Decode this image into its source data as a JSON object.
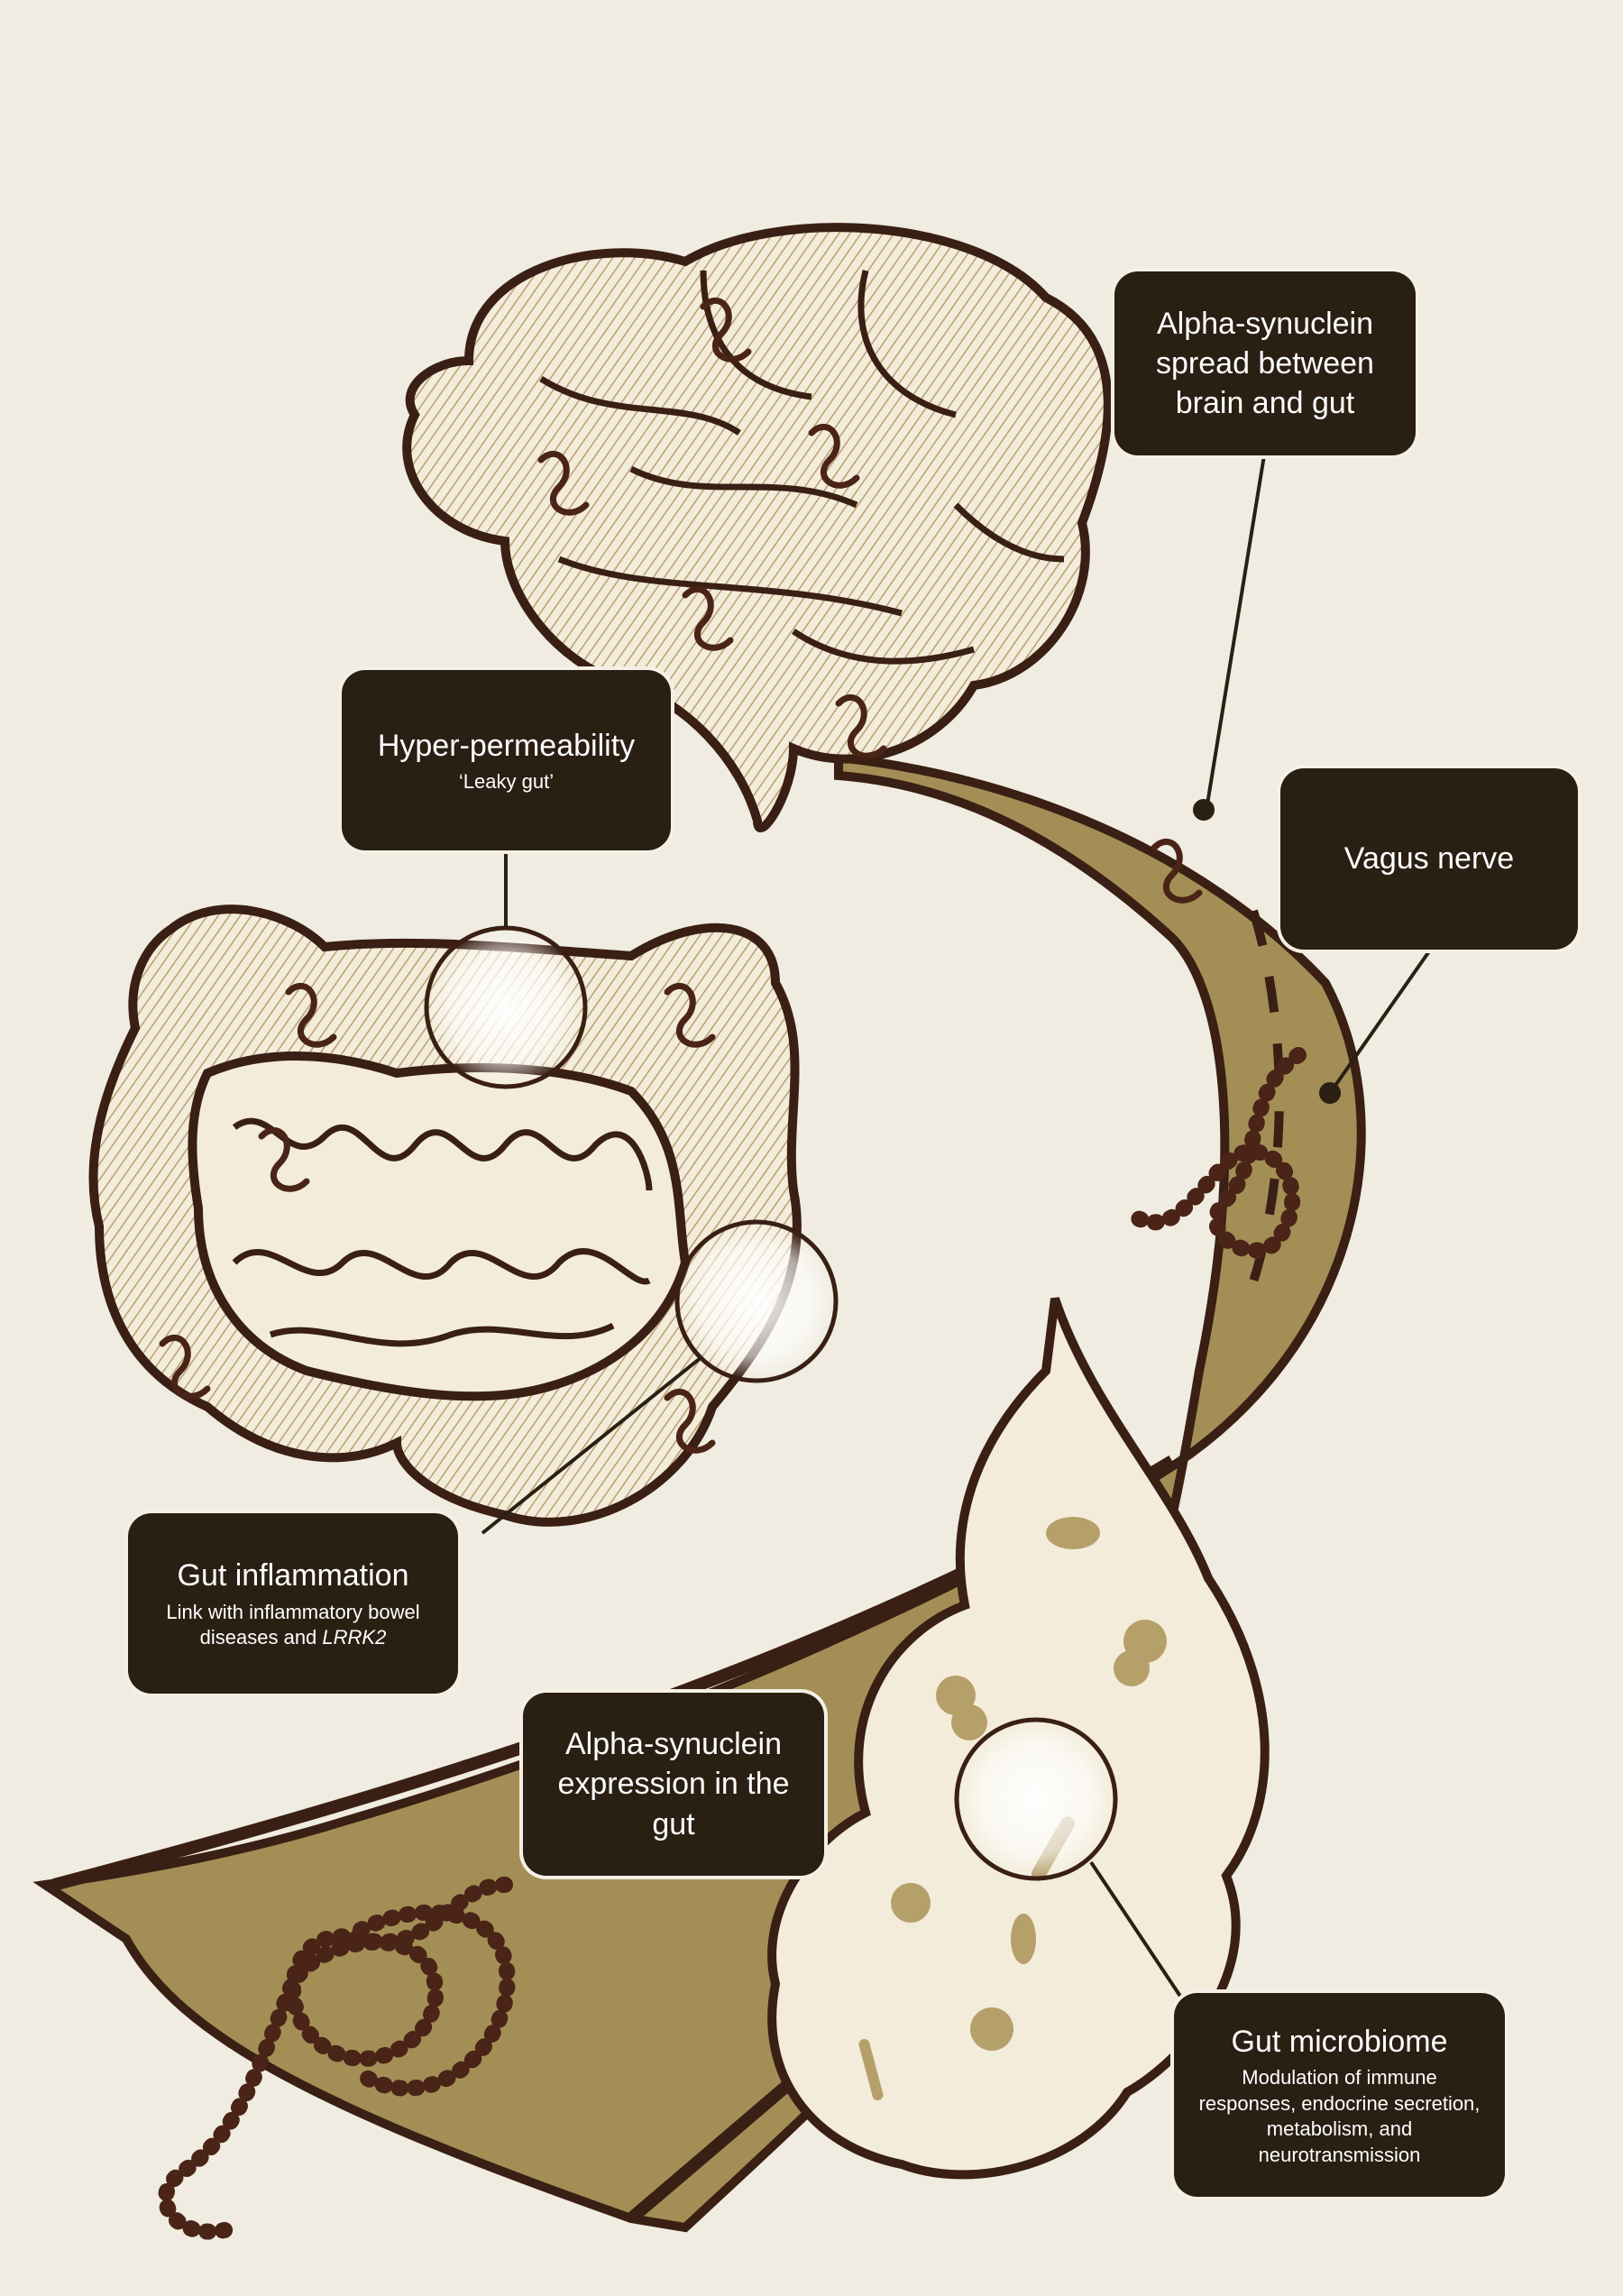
{
  "labels": {
    "alpha_spread": {
      "title": "Alpha-synuclein spread between brain and gut"
    },
    "vagus": {
      "title": "Vagus nerve"
    },
    "hyper_permeability": {
      "title": "Hyper-permeability",
      "subtitle": "‘Leaky gut’"
    },
    "gut_inflammation": {
      "title": "Gut inflammation",
      "subtitle": "Link with inflammatory bowel diseases and",
      "subtitle_gene": "LRRK2"
    },
    "alpha_expression": {
      "title": "Alpha-synuclein expression in the gut"
    },
    "gut_microbiome": {
      "title": "Gut microbiome",
      "subtitle": "Modulation of immune responses, endocrine secretion, metabolism, and neurotransmission"
    }
  },
  "colors": {
    "background": "#f0ece1",
    "box": "#2a1f13",
    "outline": "#3a1f14",
    "nerve_fill": "#a38f56",
    "tissue_fill": "#f3ecdb",
    "hatch": "#b8a070",
    "synuclein": "#4a2416"
  },
  "icons": [
    "brain-icon",
    "intestine-icon",
    "colon-icon",
    "vagus-nerve-icon",
    "alpha-synuclein-icon",
    "bacteria-icon"
  ]
}
